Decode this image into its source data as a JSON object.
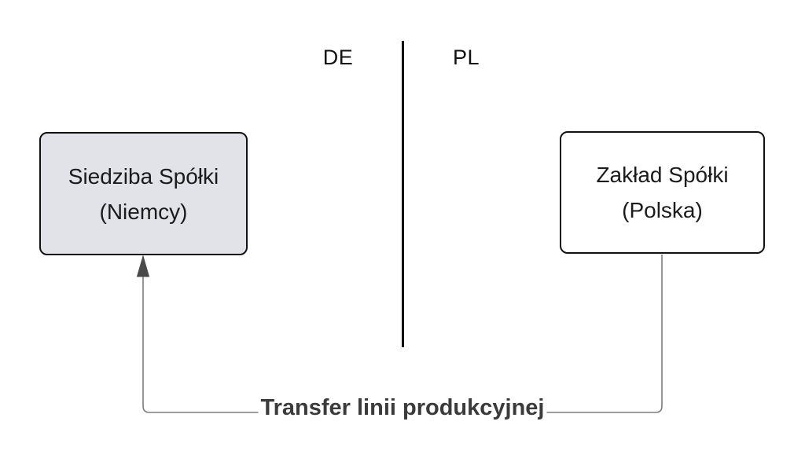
{
  "regions": {
    "left": "DE",
    "right": "PL"
  },
  "boxes": {
    "hq": {
      "line1": "Siedziba Spółki",
      "line2": "(Niemcy)"
    },
    "plant": {
      "line1": "Zakład Spółki",
      "line2": "(Polska)"
    }
  },
  "connector": {
    "label": "Transfer linii produkcyjnej",
    "direction": "plant-to-hq"
  },
  "colors": {
    "hq_box_fill": "#e2e3e8",
    "box_border": "#111111",
    "box_text": "#1b1b1b",
    "region_text": "#111111",
    "divider": "#0e0e0e",
    "connector_line": "#7d7d7d",
    "arrowhead": "#4a4a4a",
    "label_text": "#3b3b3b",
    "page_bg": "#ffffff"
  }
}
